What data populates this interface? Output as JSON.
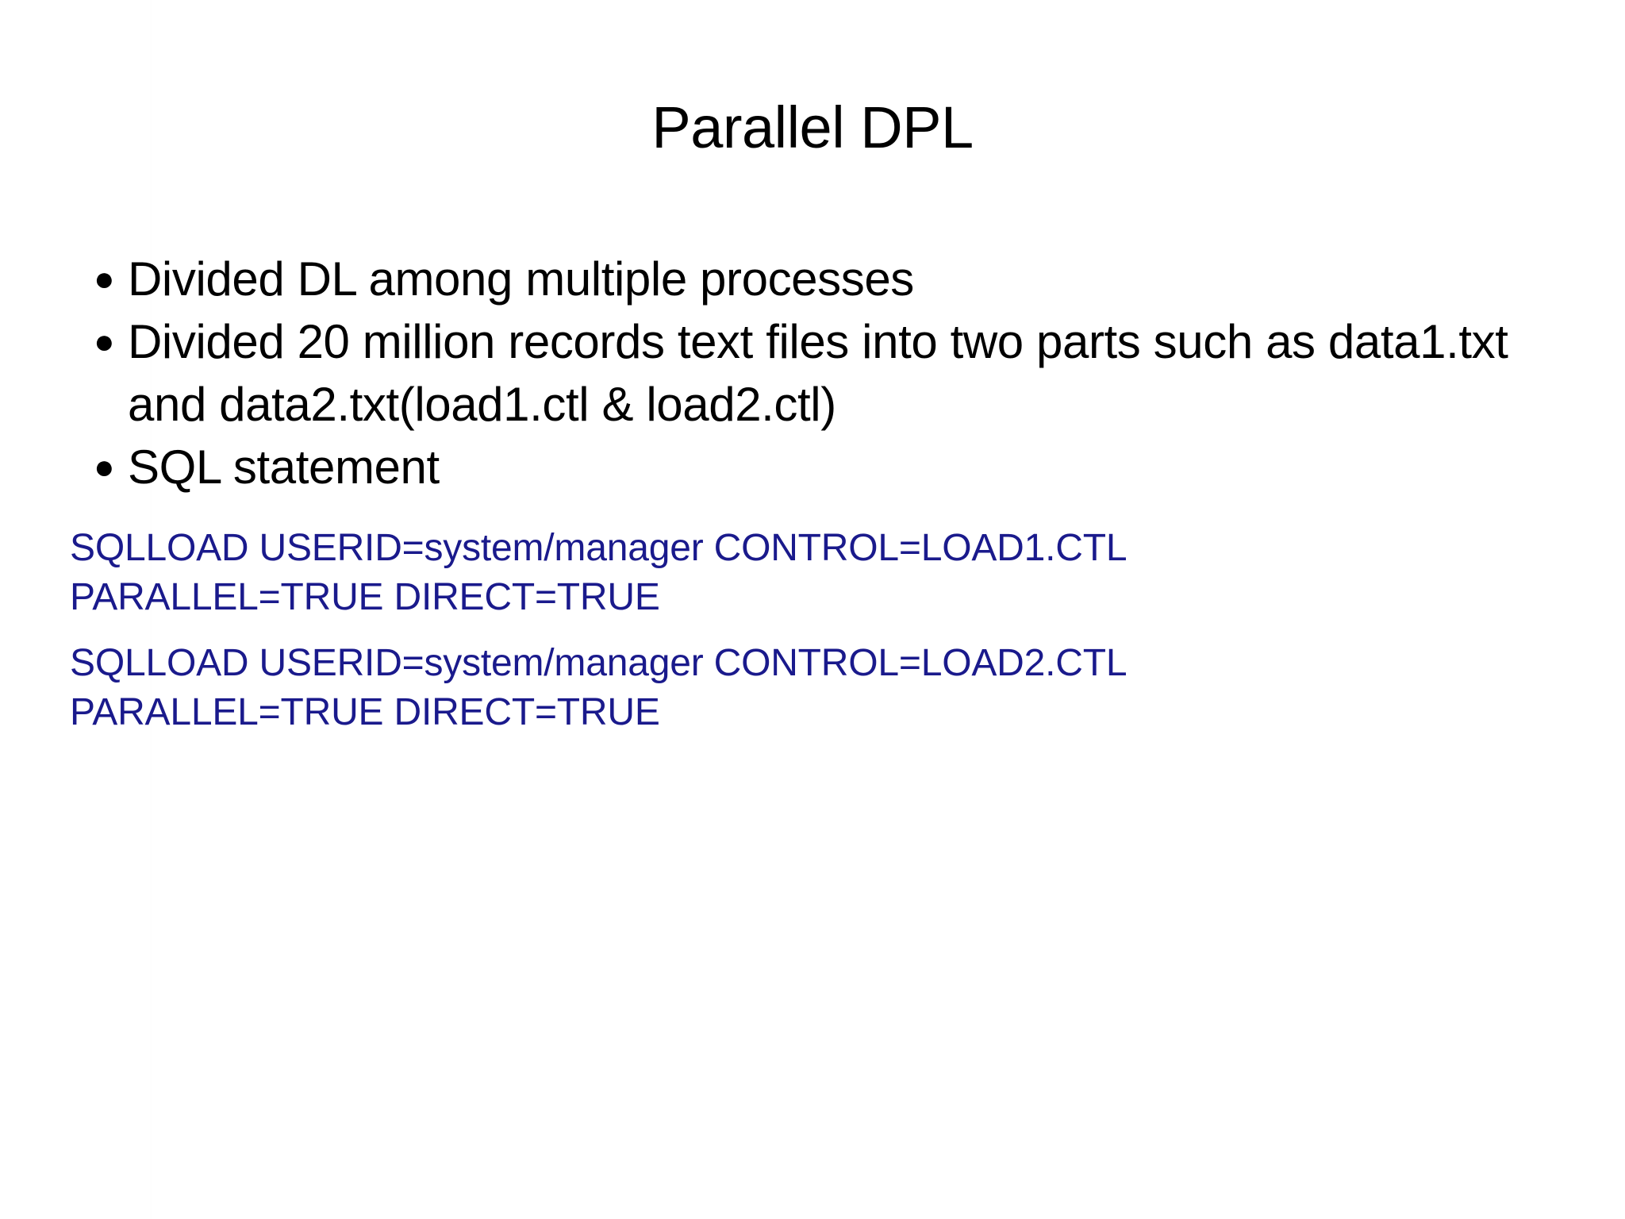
{
  "slide": {
    "title": "Parallel DPL",
    "background_color": "#ffffff",
    "body_text_color": "#000000",
    "code_text_color": "#1a1a8c",
    "bullets": [
      {
        "marker": "●",
        "text": "Divided DL among multiple processes"
      },
      {
        "marker": "●",
        "text": "Divided 20 million records text files into two parts such as data1.txt and data2.txt(load1.ctl & load2.ctl)"
      },
      {
        "marker": "●",
        "text": "SQL statement"
      }
    ],
    "code_blocks": [
      {
        "name": "sqlload-load1",
        "lines": [
          "SQLLOAD USERID=system/manager CONTROL=LOAD1.CTL",
          "PARALLEL=TRUE DIRECT=TRUE"
        ]
      },
      {
        "name": "sqlload-load2",
        "lines": [
          "SQLLOAD USERID=system/manager CONTROL=LOAD2.CTL",
          "PARALLEL=TRUE DIRECT=TRUE"
        ]
      }
    ]
  }
}
